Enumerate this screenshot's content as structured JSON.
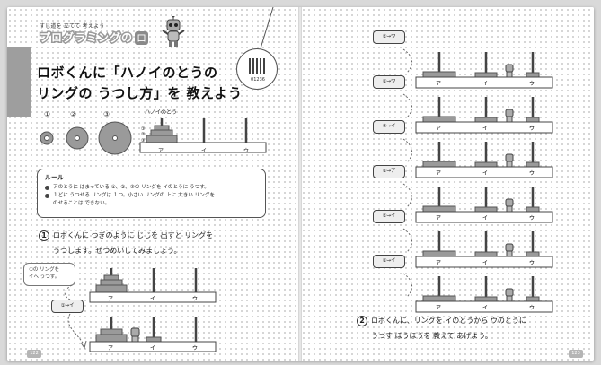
{
  "header": {
    "subtitle": "すじ道を 立てて 考えよう",
    "series_title": "プログラミングの",
    "series_mark": "ロ"
  },
  "title": {
    "line1": "ロボくんに「ハノイのとうの",
    "line2": "リングの うつし方」を 教えよう"
  },
  "qr": {
    "code": "01236"
  },
  "rings_legend": {
    "labels": [
      "①",
      "②",
      "③"
    ]
  },
  "tower_intro": {
    "caption": "ハノイのとう",
    "poles": [
      "ア",
      "イ",
      "ウ"
    ]
  },
  "rules": {
    "heading": "ルール",
    "items": [
      "アのとうに はまっている ①、②、③の リングを イのとうに うつす。",
      "１どに うつせる リングは １つ。小さい リングの 上に 大きい リングを"
    ],
    "item2_cont": "のせることは できない。"
  },
  "question1": {
    "number": "1",
    "line1": "ロボくんに つぎのように じじを 出すと リングを",
    "line2": "うつします。せつめいしてみましょう。"
  },
  "example": {
    "bubble_line1": "①の リングを",
    "bubble_line2": "イへ うつす。",
    "step": "①→イ"
  },
  "right_steps": [
    "②→ウ",
    "①→ウ",
    "③→イ",
    "①→ア",
    "②→イ",
    "①→イ"
  ],
  "question2": {
    "number": "2",
    "line1": "ロボくんに、リングを イのとうから ウのとうに",
    "line2": "うつす ほうほうを 教えて あげよう。"
  },
  "page_numbers": {
    "left": "122",
    "right": "123"
  },
  "colors": {
    "ring_fill": "#9a9a9a",
    "ring_stroke": "#555555",
    "pole": "#444444",
    "accent_gray": "#8a8a8a"
  }
}
